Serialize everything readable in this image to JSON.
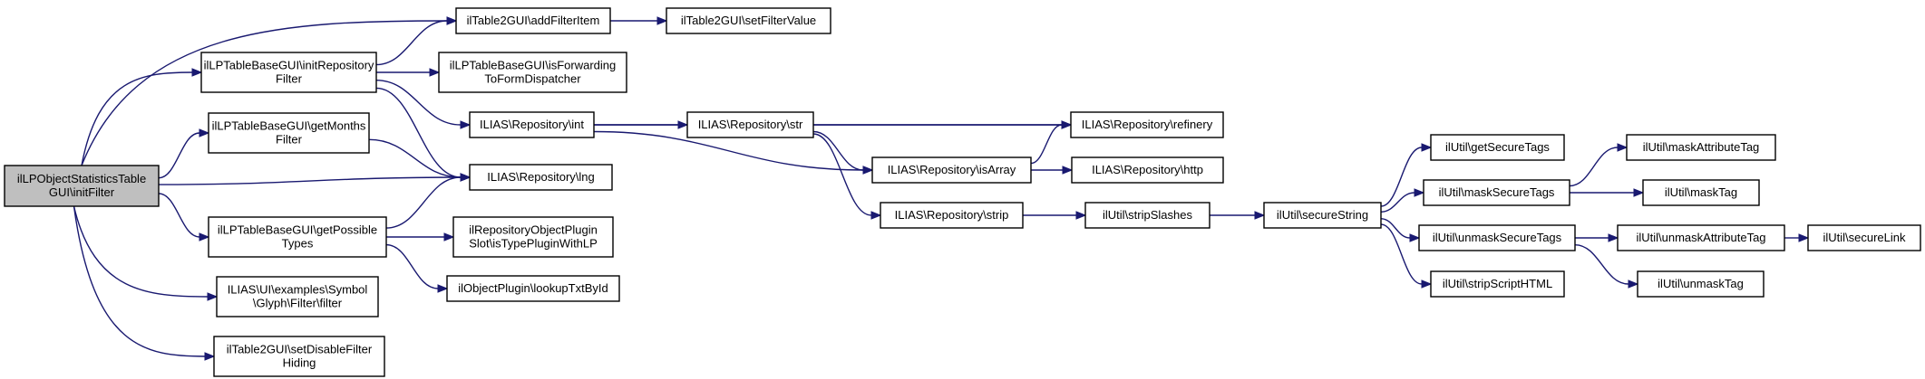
{
  "graph": {
    "nodes": [
      {
        "id": "root",
        "lines": [
          "ilLPObjectStatisticsTable",
          "GUI\\initFilter"
        ]
      },
      {
        "id": "addFilterItem",
        "lines": [
          "ilTable2GUI\\addFilterItem"
        ]
      },
      {
        "id": "setFilterValue",
        "lines": [
          "ilTable2GUI\\setFilterValue"
        ]
      },
      {
        "id": "initRepositoryFilter",
        "lines": [
          "ilLPTableBaseGUI\\initRepository",
          "Filter"
        ]
      },
      {
        "id": "isForwarding",
        "lines": [
          "ilLPTableBaseGUI\\isForwarding",
          "ToFormDispatcher"
        ]
      },
      {
        "id": "int",
        "lines": [
          "ILIAS\\Repository\\int"
        ]
      },
      {
        "id": "str",
        "lines": [
          "ILIAS\\Repository\\str"
        ]
      },
      {
        "id": "refinery",
        "lines": [
          "ILIAS\\Repository\\refinery"
        ]
      },
      {
        "id": "getMonthsFilter",
        "lines": [
          "ilLPTableBaseGUI\\getMonths",
          "Filter"
        ]
      },
      {
        "id": "isArray",
        "lines": [
          "ILIAS\\Repository\\isArray"
        ]
      },
      {
        "id": "http",
        "lines": [
          "ILIAS\\Repository\\http"
        ]
      },
      {
        "id": "lng",
        "lines": [
          "ILIAS\\Repository\\lng"
        ]
      },
      {
        "id": "strip",
        "lines": [
          "ILIAS\\Repository\\strip"
        ]
      },
      {
        "id": "stripSlashes",
        "lines": [
          "ilUtil\\stripSlashes"
        ]
      },
      {
        "id": "secureString",
        "lines": [
          "ilUtil\\secureString"
        ]
      },
      {
        "id": "getSecureTags",
        "lines": [
          "ilUtil\\getSecureTags"
        ]
      },
      {
        "id": "maskSecureTags",
        "lines": [
          "ilUtil\\maskSecureTags"
        ]
      },
      {
        "id": "maskAttributeTag",
        "lines": [
          "ilUtil\\maskAttributeTag"
        ]
      },
      {
        "id": "maskTag",
        "lines": [
          "ilUtil\\maskTag"
        ]
      },
      {
        "id": "unmaskSecureTags",
        "lines": [
          "ilUtil\\unmaskSecureTags"
        ]
      },
      {
        "id": "unmaskAttributeTag",
        "lines": [
          "ilUtil\\unmaskAttributeTag"
        ]
      },
      {
        "id": "secureLink",
        "lines": [
          "ilUtil\\secureLink"
        ]
      },
      {
        "id": "unmaskTag",
        "lines": [
          "ilUtil\\unmaskTag"
        ]
      },
      {
        "id": "stripScriptHTML",
        "lines": [
          "ilUtil\\stripScriptHTML"
        ]
      },
      {
        "id": "getPossibleTypes",
        "lines": [
          "ilLPTableBaseGUI\\getPossible",
          "Types"
        ]
      },
      {
        "id": "isTypePluginWithLP",
        "lines": [
          "ilRepositoryObjectPlugin",
          "Slot\\isTypePluginWithLP"
        ]
      },
      {
        "id": "lookupTxtById",
        "lines": [
          "ilObjectPlugin\\lookupTxtById"
        ]
      },
      {
        "id": "symbolFilter",
        "lines": [
          "ILIAS\\UI\\examples\\Symbol",
          "\\Glyph\\Filter\\filter"
        ]
      },
      {
        "id": "setDisableFilterHiding",
        "lines": [
          "ilTable2GUI\\setDisableFilter",
          "Hiding"
        ]
      }
    ],
    "edges": [
      {
        "from": "root",
        "to": "addFilterItem"
      },
      {
        "from": "root",
        "to": "initRepositoryFilter"
      },
      {
        "from": "root",
        "to": "getMonthsFilter"
      },
      {
        "from": "root",
        "to": "lng"
      },
      {
        "from": "root",
        "to": "getPossibleTypes"
      },
      {
        "from": "root",
        "to": "symbolFilter"
      },
      {
        "from": "root",
        "to": "setDisableFilterHiding"
      },
      {
        "from": "addFilterItem",
        "to": "setFilterValue"
      },
      {
        "from": "initRepositoryFilter",
        "to": "addFilterItem"
      },
      {
        "from": "initRepositoryFilter",
        "to": "isForwarding"
      },
      {
        "from": "initRepositoryFilter",
        "to": "int"
      },
      {
        "from": "initRepositoryFilter",
        "to": "lng"
      },
      {
        "from": "int",
        "to": "refinery"
      },
      {
        "from": "int",
        "to": "str"
      },
      {
        "from": "int",
        "to": "isArray"
      },
      {
        "from": "str",
        "to": "refinery"
      },
      {
        "from": "str",
        "to": "isArray"
      },
      {
        "from": "str",
        "to": "strip"
      },
      {
        "from": "isArray",
        "to": "refinery"
      },
      {
        "from": "isArray",
        "to": "http"
      },
      {
        "from": "getMonthsFilter",
        "to": "lng"
      },
      {
        "from": "strip",
        "to": "stripSlashes"
      },
      {
        "from": "stripSlashes",
        "to": "secureString"
      },
      {
        "from": "secureString",
        "to": "getSecureTags"
      },
      {
        "from": "secureString",
        "to": "maskSecureTags"
      },
      {
        "from": "secureString",
        "to": "unmaskSecureTags"
      },
      {
        "from": "secureString",
        "to": "stripScriptHTML"
      },
      {
        "from": "maskSecureTags",
        "to": "maskAttributeTag"
      },
      {
        "from": "maskSecureTags",
        "to": "maskTag"
      },
      {
        "from": "unmaskSecureTags",
        "to": "unmaskAttributeTag"
      },
      {
        "from": "unmaskSecureTags",
        "to": "unmaskTag"
      },
      {
        "from": "unmaskAttributeTag",
        "to": "secureLink"
      },
      {
        "from": "getPossibleTypes",
        "to": "lng"
      },
      {
        "from": "getPossibleTypes",
        "to": "isTypePluginWithLP"
      },
      {
        "from": "getPossibleTypes",
        "to": "lookupTxtById"
      }
    ]
  },
  "colors": {
    "edge": "#191970",
    "node_border": "#000000",
    "node_fill": "#ffffff",
    "root_fill": "#bfbfbf"
  }
}
